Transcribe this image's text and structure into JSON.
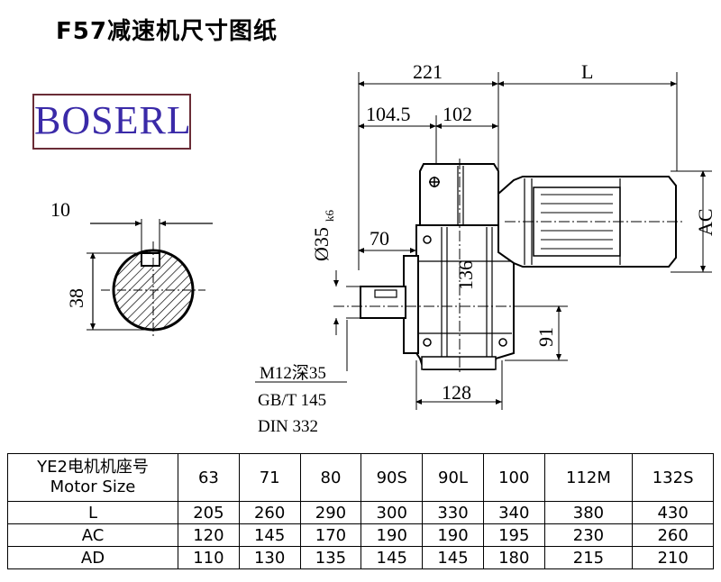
{
  "title": "F57减速机尺寸图纸",
  "logo": {
    "text": "BOSERL"
  },
  "dimensions": {
    "shaft_key_width": "10",
    "shaft_height": "38",
    "overall_221": "221",
    "motor_length": "L",
    "d104_5": "104.5",
    "d102": "102",
    "shaft_dia": "Ø35",
    "shaft_tol": "k6",
    "d70": "70",
    "d136": "136",
    "motor_ac": "AC",
    "d91": "91",
    "d128": "128"
  },
  "notes": {
    "thread": "M12深35",
    "gb": "GB/T 145",
    "din": "DIN 332"
  },
  "table": {
    "header_line1": "YE2电机机座号",
    "header_line2": "Motor Size",
    "columns": [
      "63",
      "71",
      "80",
      "90S",
      "90L",
      "100",
      "112M",
      "132S"
    ],
    "rows": [
      {
        "label": "L",
        "values": [
          "205",
          "260",
          "290",
          "300",
          "330",
          "340",
          "380",
          "430"
        ]
      },
      {
        "label": "AC",
        "values": [
          "120",
          "145",
          "170",
          "190",
          "190",
          "195",
          "230",
          "260"
        ]
      },
      {
        "label": "AD",
        "values": [
          "110",
          "130",
          "135",
          "145",
          "145",
          "180",
          "215",
          "210"
        ]
      }
    ]
  }
}
